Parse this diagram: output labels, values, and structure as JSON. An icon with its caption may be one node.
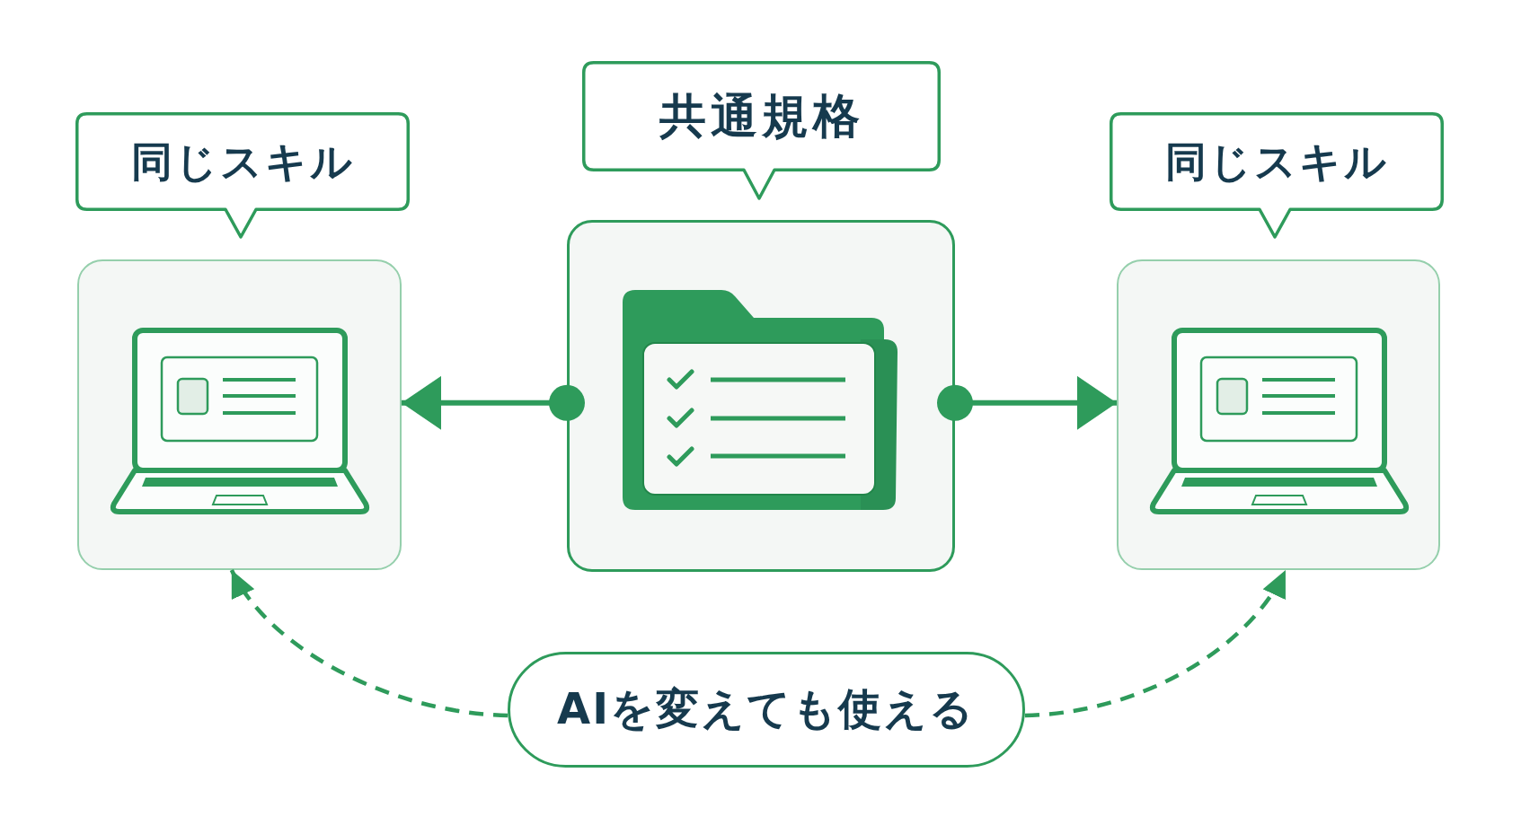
{
  "diagram": {
    "nodes": [
      {
        "text": [
          "同じスキル"
        ]
      },
      {
        "text": [
          "共通規格"
        ]
      },
      {
        "text": [
          "同じスキル"
        ]
      },
      {
        "text": [],
        "shape": "box"
      },
      {
        "text": [],
        "shape": "box"
      },
      {
        "text": [],
        "shape": "box"
      },
      {
        "text": [
          "AIを変えても使える"
        ]
      }
    ],
    "edges": [
      {
        "from": 4,
        "to": 3,
        "arrow": "to"
      },
      {
        "from": 4,
        "to": 5,
        "arrow": "to"
      },
      {
        "from": 6,
        "to": 3,
        "arrow": "to",
        "style": "dashed"
      },
      {
        "from": 6,
        "to": 5,
        "arrow": "to",
        "style": "dashed"
      }
    ]
  }
}
